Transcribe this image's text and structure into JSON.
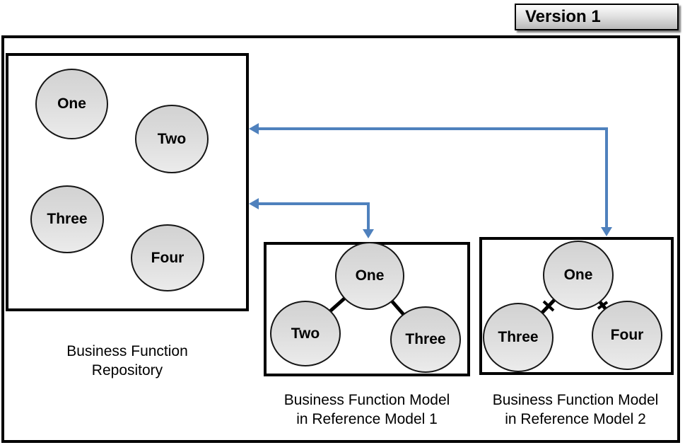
{
  "version_badge": {
    "label": "Version 1"
  },
  "colors": {
    "arrow_blue": "#4f81bd",
    "shape_border": "#000000",
    "shape_fill_top": "#d2d2d2",
    "shape_fill_bottom": "#ebebeb"
  },
  "repository": {
    "caption_line1": "Business Function",
    "caption_line2": "Repository",
    "circles": [
      {
        "label": "One"
      },
      {
        "label": "Two"
      },
      {
        "label": "Three"
      },
      {
        "label": "Four"
      }
    ]
  },
  "model1": {
    "caption_line1": "Business Function Model",
    "caption_line2": "in Reference Model 1",
    "circles": [
      {
        "label": "One"
      },
      {
        "label": "Two"
      },
      {
        "label": "Three"
      }
    ],
    "connections": [
      {
        "from": "One",
        "to": "Two",
        "crossed": false
      },
      {
        "from": "One",
        "to": "Three",
        "crossed": false
      }
    ]
  },
  "model2": {
    "caption_line1": "Business Function Model",
    "caption_line2": "in Reference Model 2",
    "circles": [
      {
        "label": "One"
      },
      {
        "label": "Three"
      },
      {
        "label": "Four"
      }
    ],
    "connections": [
      {
        "from": "One",
        "to": "Three",
        "crossed": true
      },
      {
        "from": "One",
        "to": "Four",
        "crossed": true
      }
    ]
  },
  "arrows": [
    {
      "from": "Business Function Model in Reference Model 1",
      "to": "Business Function Repository",
      "style": "blue elbow, arrowheads both ends"
    },
    {
      "from": "Business Function Model in Reference Model 2",
      "to": "Business Function Repository",
      "style": "blue elbow, arrowheads both ends"
    }
  ]
}
